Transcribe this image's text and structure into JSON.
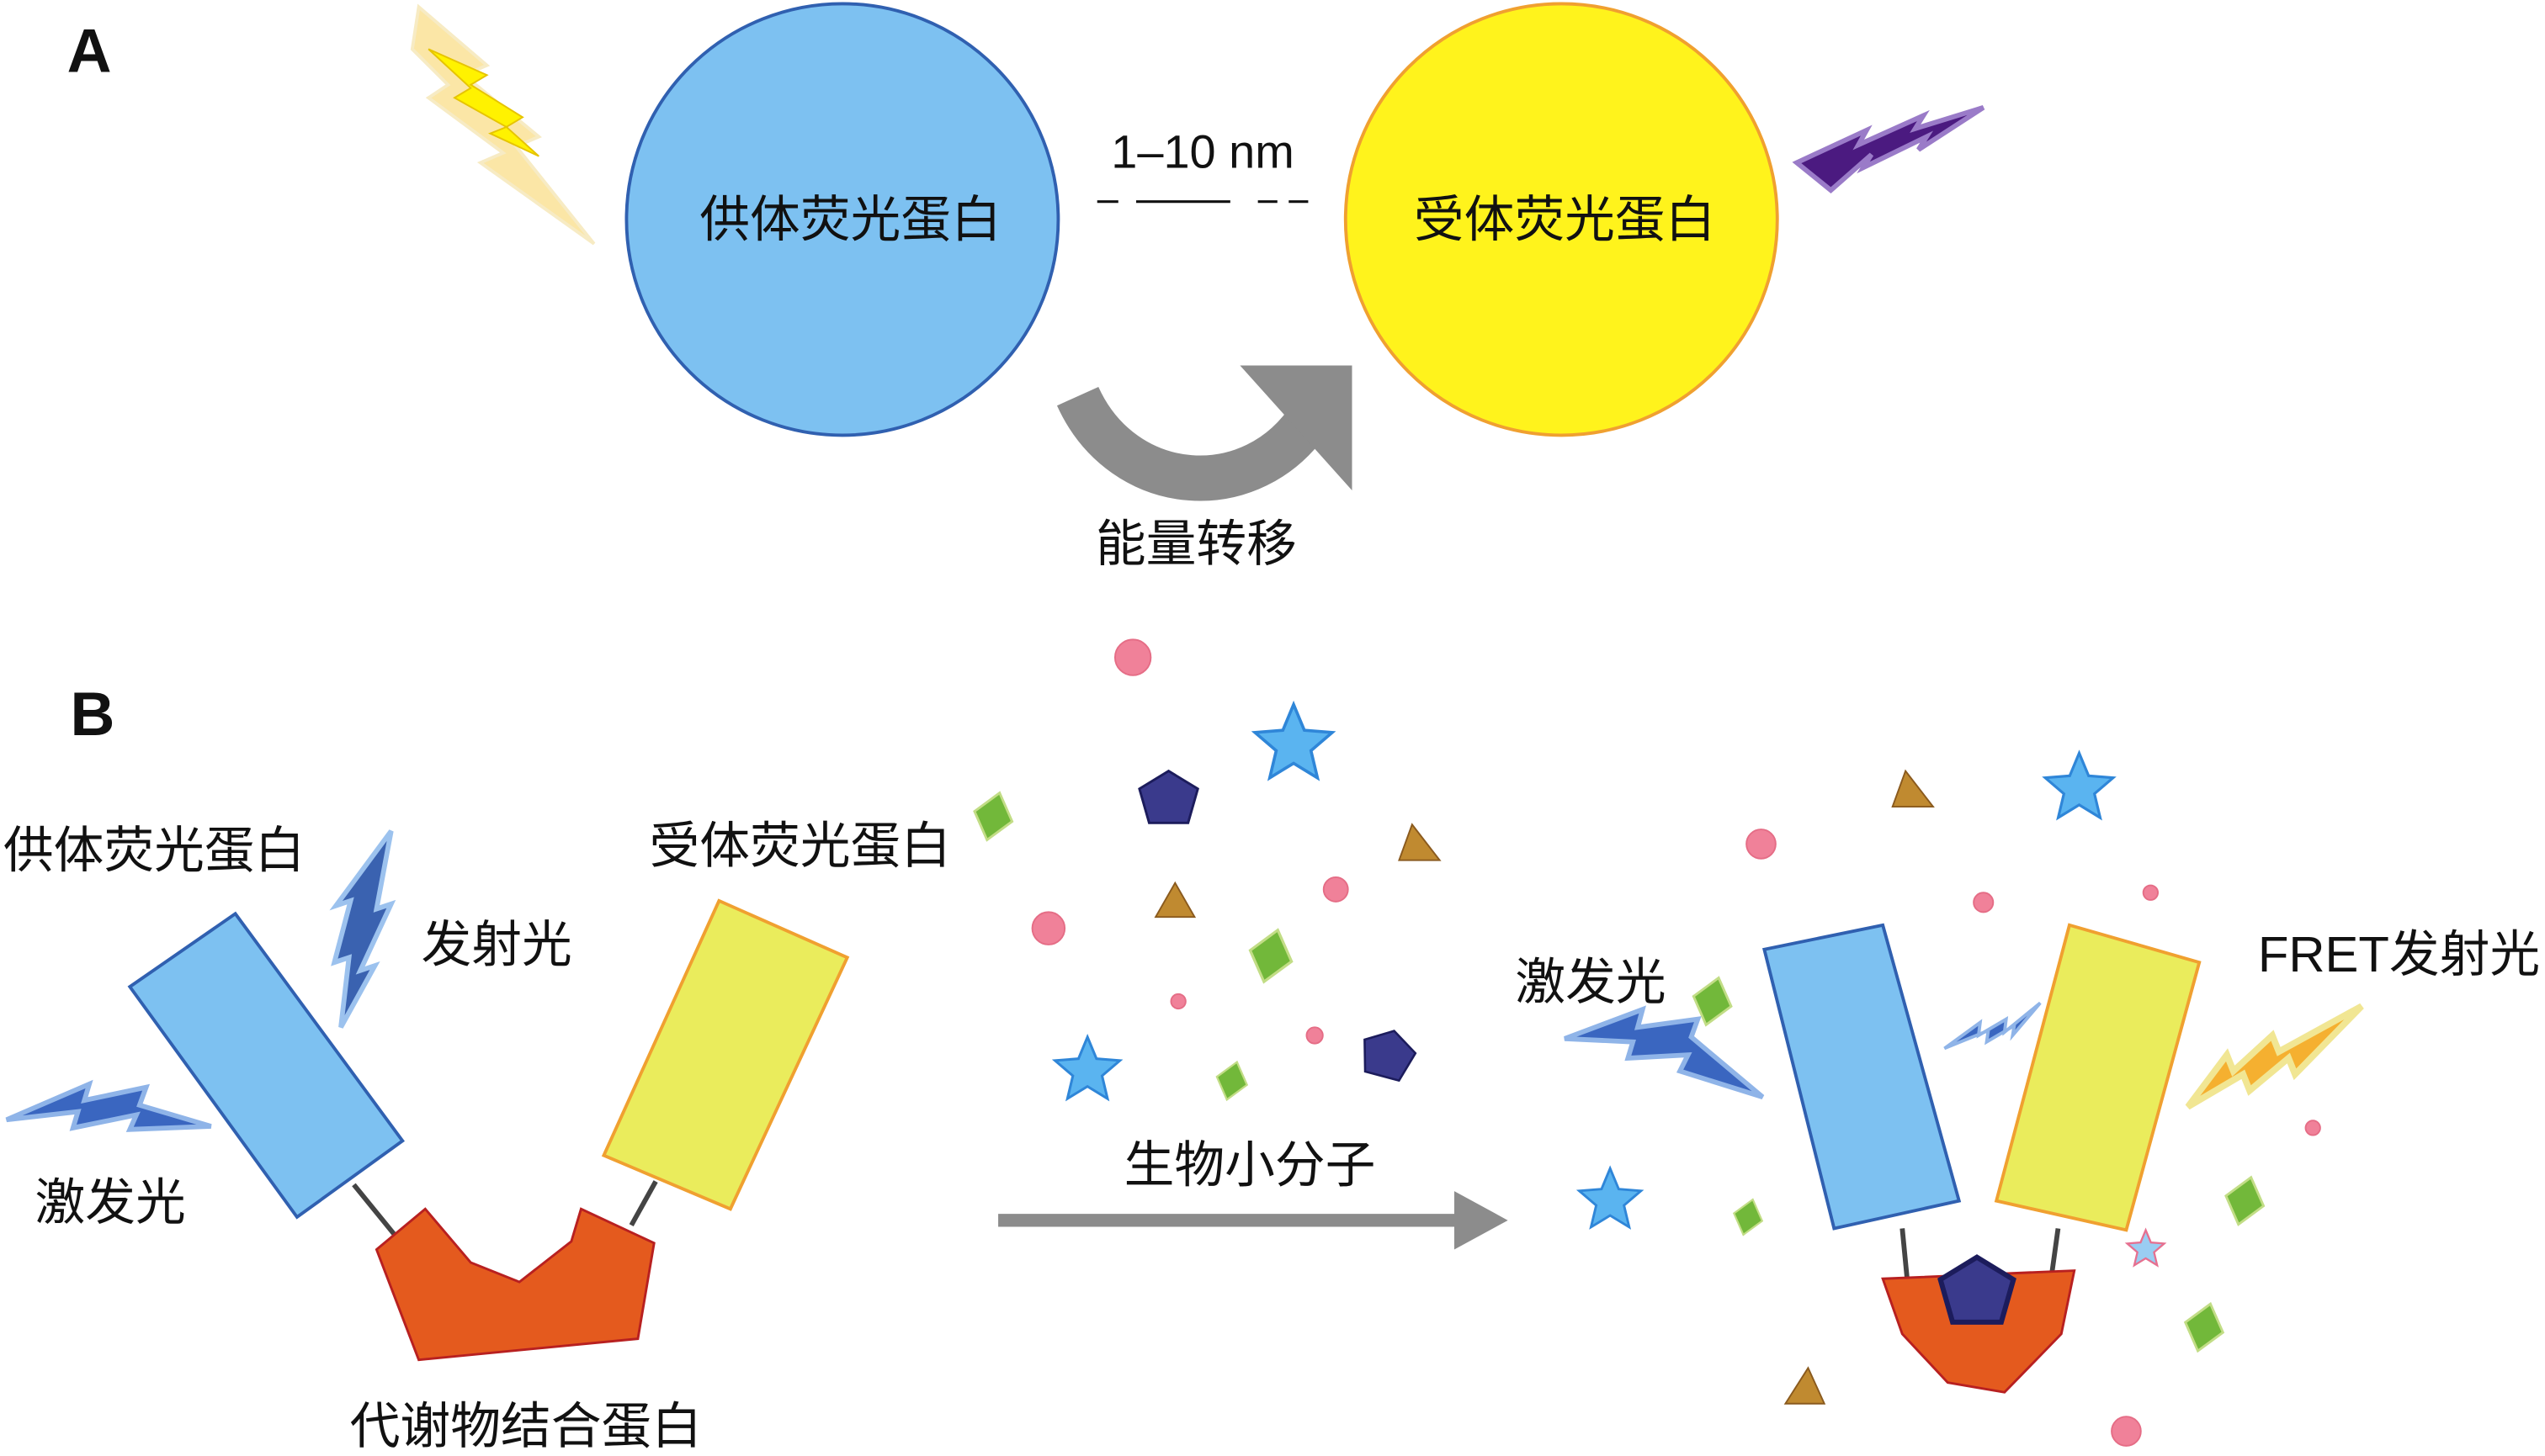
{
  "panel_a": {
    "label": "A",
    "donor": "供体荧光蛋白",
    "distance": "1–10 nm",
    "acceptor": "受体荧光蛋白",
    "energy_transfer": "能量转移"
  },
  "panel_b": {
    "label": "B",
    "donor": "供体荧光蛋白",
    "emission": "发射光",
    "excitation_left": "激发光",
    "acceptor": "受体荧光蛋白",
    "binding_protein": "代谢物结合蛋白",
    "small_molecules": "生物小分子",
    "excitation_right": "激发光",
    "fret_emission": "FRET发射光"
  },
  "colors": {
    "donor_fill": "#7DC1F1",
    "acceptor_fill_a": "#FFF31C",
    "acceptor_fill_b": "#EAEC5C",
    "binding_protein_fill": "#E45A1E",
    "arrow_gray": "#8C8C8C",
    "molecule_pink": "#F08199",
    "molecule_star": "#5AB4F0",
    "molecule_pentagon": "#3A3A8C",
    "molecule_diamond": "#72B83A",
    "molecule_triangle": "#C08A30"
  }
}
